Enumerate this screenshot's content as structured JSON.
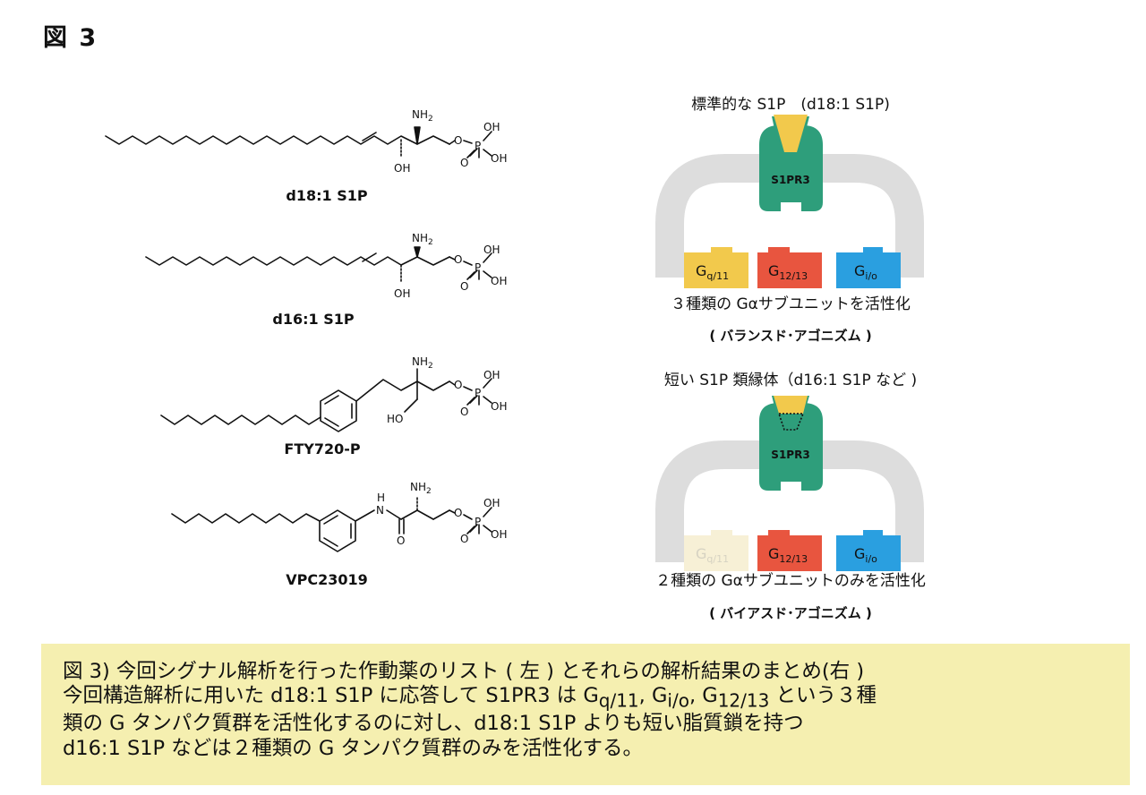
{
  "figure_label": "図 3",
  "compounds": [
    {
      "name": "d18:1 S1P"
    },
    {
      "name": "d16:1 S1P"
    },
    {
      "name": "FTY720-P"
    },
    {
      "name": "VPC23019"
    }
  ],
  "atoms": {
    "nh2": "NH2",
    "oh": "OH",
    "ho": "HO",
    "o": "O",
    "p": "P",
    "n_h": "H",
    "n": "N",
    "nh2_base": "NH",
    "sub2": "2"
  },
  "panel_top": {
    "title": "標準的な S1P　(d18:1 S1P)",
    "receptor": "S1PR3",
    "g_proteins": [
      {
        "base": "G",
        "sub": "q/11",
        "color": "#f2c94c",
        "active": true
      },
      {
        "base": "G",
        "sub": "12/13",
        "color": "#e8553f",
        "active": true
      },
      {
        "base": "G",
        "sub": "i/o",
        "color": "#2a9fe0",
        "active": true
      }
    ],
    "result_line1": "３種類の Gαサブユニットを活性化",
    "result_line2": "( バランスド･アゴニズム )"
  },
  "panel_bottom": {
    "title": "短い S1P 類縁体（d16:1 S1P など )",
    "receptor": "S1PR3",
    "g_proteins": [
      {
        "base": "G",
        "sub": "q/11",
        "color": "#f7f0d6",
        "active": false
      },
      {
        "base": "G",
        "sub": "12/13",
        "color": "#e8553f",
        "active": true
      },
      {
        "base": "G",
        "sub": "i/o",
        "color": "#2a9fe0",
        "active": true
      }
    ],
    "result_line1": "２種類の Gαサブユニットのみを活性化",
    "result_line2": "( バイアスド･アゴニズム )"
  },
  "colors": {
    "receptor": "#2e9e7b",
    "ligand": "#f2c94c",
    "arch": "#dddddd",
    "caption_bg": "#f5efb0"
  },
  "caption": {
    "line1": "図 3) 今回シグナル解析を行った作動薬のリスト ( 左 ) とそれらの解析結果のまとめ(右 )",
    "line2_a": "今回構造解析に用いた d18:1 S1P に応答して S1PR3 は G",
    "line2_sub1": "q/11",
    "line2_b": ", G",
    "line2_sub2": "i/o",
    "line2_c": ", G",
    "line2_sub3": "12/13",
    "line2_d": " という３種",
    "line3": "類の G タンパク質群を活性化するのに対し、d18:1 S1P よりも短い脂質鎖を持つ",
    "line4": "d16:1 S1P などは２種類の G タンパク質群のみを活性化する。"
  }
}
